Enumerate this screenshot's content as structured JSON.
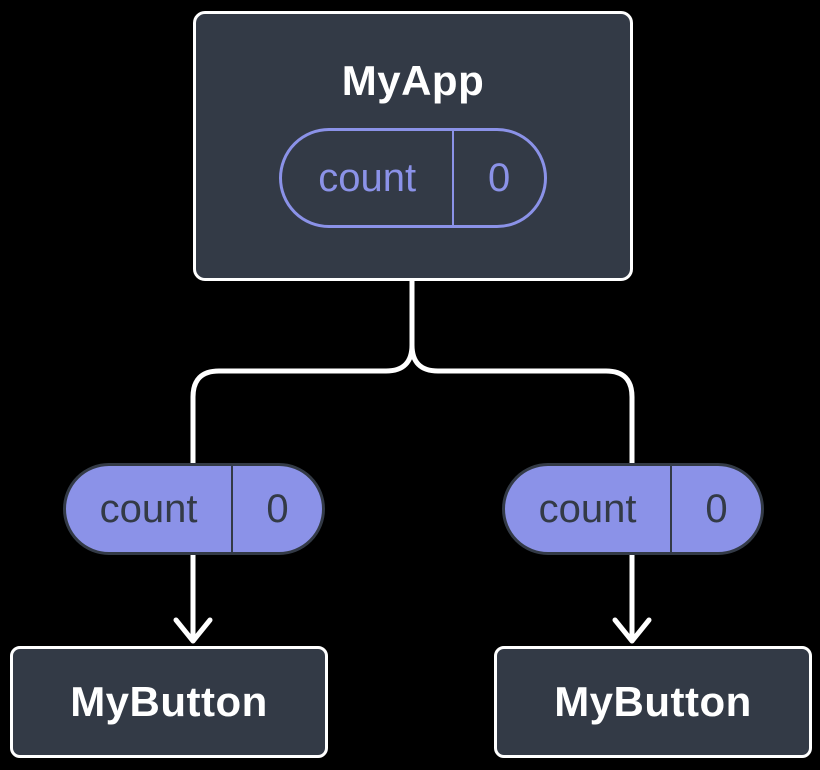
{
  "diagram": {
    "type": "react-component-tree",
    "root": {
      "title": "MyApp",
      "state_pill": {
        "label": "count",
        "value": "0"
      }
    },
    "children": [
      {
        "prop_pill": {
          "label": "count",
          "value": "0"
        },
        "title": "MyButton"
      },
      {
        "prop_pill": {
          "label": "count",
          "value": "0"
        },
        "title": "MyButton"
      }
    ],
    "colors": {
      "background": "#000000",
      "box_fill": "#333A46",
      "box_border": "#FFFFFF",
      "accent_purple": "#8B92E8",
      "pill_dark_text": "#333A46",
      "connector_line": "#FFFFFF",
      "title_text": "#FFFFFF"
    }
  }
}
